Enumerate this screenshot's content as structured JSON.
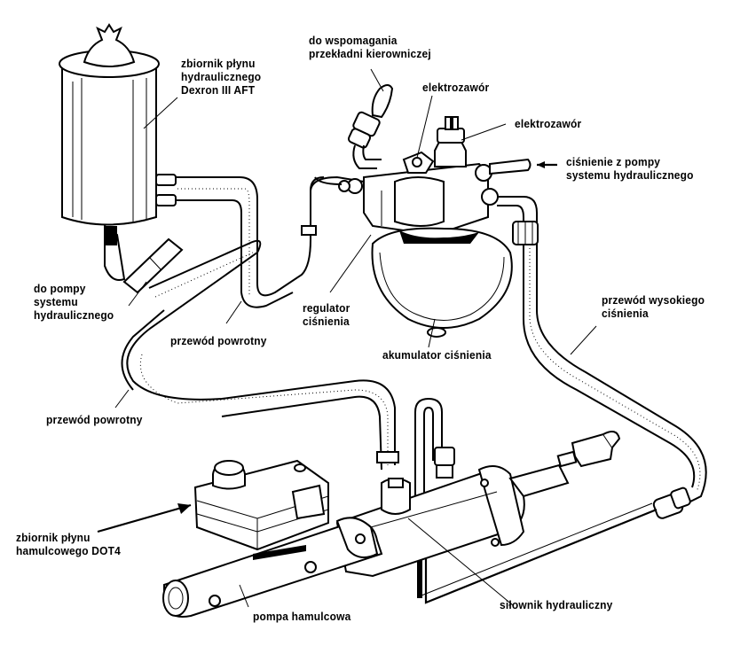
{
  "diagram": {
    "title": "Hydraulic brake booster system",
    "components": [
      {
        "id": "hydraulic-fluid-reservoir",
        "label": "zbiornik płynu\nhydraulicznego\nDexron III AFT",
        "lines": [
          "zbiornik płynu",
          "hydraulicznego",
          "Dexron III AFT"
        ]
      },
      {
        "id": "to-steering-assist",
        "lines": [
          "do wspomagania",
          "przekładni kierowniczej"
        ]
      },
      {
        "id": "solenoid-valve-1",
        "lines": [
          "elektrozawór"
        ]
      },
      {
        "id": "solenoid-valve-2",
        "lines": [
          "elektrozawór"
        ]
      },
      {
        "id": "pressure-from-pump",
        "lines": [
          "ciśnienie z pompy",
          "systemu hydraulicznego"
        ]
      },
      {
        "id": "to-pump",
        "lines": [
          "do pompy",
          "systemu",
          "hydraulicznego"
        ]
      },
      {
        "id": "return-line-1",
        "lines": [
          "przewód powrotny"
        ]
      },
      {
        "id": "pressure-regulator",
        "lines": [
          "regulator",
          "ciśnienia"
        ]
      },
      {
        "id": "pressure-accumulator",
        "lines": [
          "akumulator ciśnienia"
        ]
      },
      {
        "id": "high-pressure-line",
        "lines": [
          "przewód wysokiego",
          "ciśnienia"
        ]
      },
      {
        "id": "return-line-2",
        "lines": [
          "przewód powrotny"
        ]
      },
      {
        "id": "brake-fluid-reservoir",
        "lines": [
          "zbiornik płynu",
          "hamulcowego DOT4"
        ]
      },
      {
        "id": "master-cylinder",
        "lines": [
          "pompa hamulcowa"
        ]
      },
      {
        "id": "hydraulic-actuator",
        "lines": [
          "siłownik hydrauliczny"
        ]
      }
    ]
  }
}
